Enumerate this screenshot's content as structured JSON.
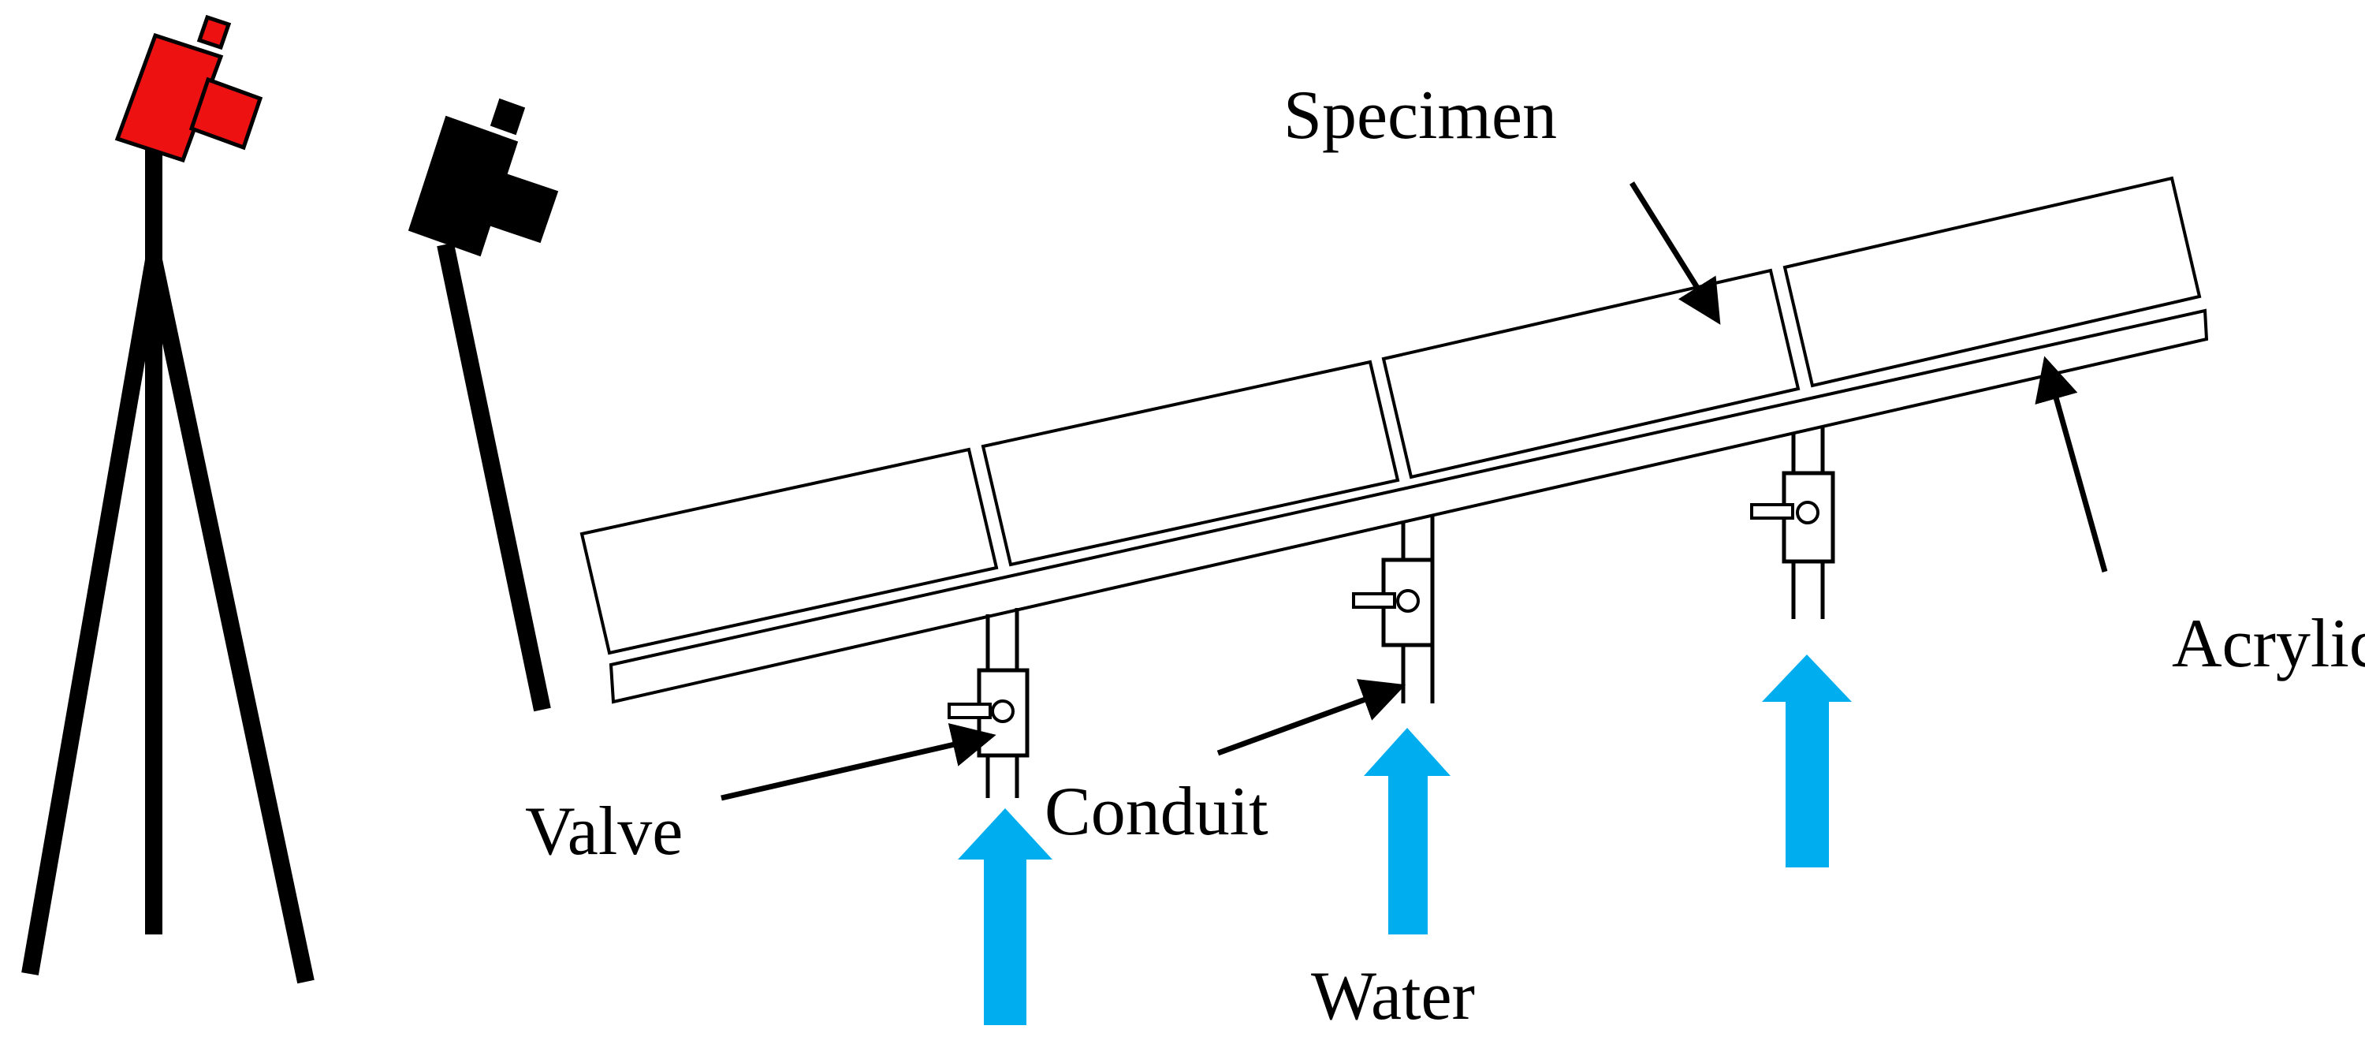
{
  "labels": {
    "specimen": "Specimen",
    "acrylic_sheet": "Acrylic Sheet",
    "valve": "Valve",
    "conduit": "Conduit",
    "water": "Water"
  },
  "colors": {
    "camera_primary": "#ee1111",
    "camera_secondary": "#000000",
    "water_arrow": "#00aeef",
    "outline": "#000000"
  },
  "components": {
    "specimen_blocks": 4,
    "valves": 3,
    "water_arrows": 3
  }
}
